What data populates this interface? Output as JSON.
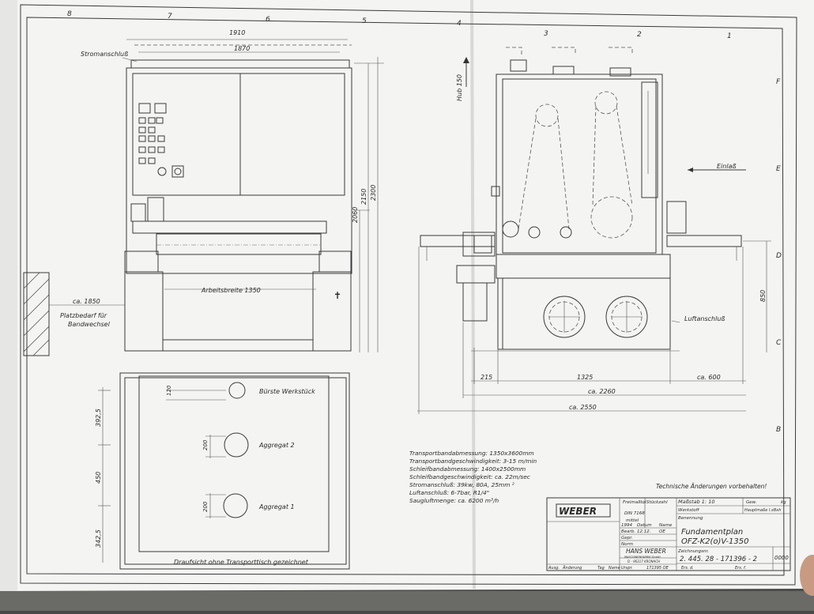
{
  "grid": {
    "top_columns": [
      "8",
      "7",
      "6",
      "5",
      "4",
      "3",
      "2",
      "1"
    ],
    "right_rows": [
      "F",
      "E",
      "D",
      "C",
      "B"
    ]
  },
  "front_view": {
    "dim_1910": "1910",
    "dim_1870": "1870",
    "power_connection": "Stromanschluß",
    "dim_2060": "2060",
    "dim_2150": "2150",
    "dim_2300": "2300",
    "working_width": "Arbeitsbreite 1350",
    "space_dim": "ca. 1850",
    "space_label_1": "Platzbedarf für",
    "space_label_2": "Bandwechsel"
  },
  "side_view": {
    "stroke": "Hub 150",
    "inlet": "Einlaß",
    "air_connection": "Luftanschluß",
    "dim_850": "850",
    "dim_215": "215",
    "dim_1325": "1325",
    "dim_600": "ca. 600",
    "dim_2260": "ca. 2260",
    "dim_2550": "ca. 2550"
  },
  "top_view": {
    "dim_120": "120",
    "dim_392_5": "392,5",
    "dim_450": "450",
    "dim_342_5": "342,5",
    "dim_200_a": "200",
    "dim_200_b": "200",
    "brush_label": "Bürste Werkstück",
    "unit_2_label": "Aggregat 2",
    "unit_1_label": "Aggregat 1",
    "caption": "Draufsicht ohne Transporttisch gezeichnet"
  },
  "specs": [
    "Transportbandabmessung: 1350x3600mm",
    "Transportbandgeschwindigkeit: 3-15 m/min",
    "Schleifbandabmessung: 1400x2500mm",
    "Schleifbandgeschwindigkeit: ca. 22m/sec",
    "Stromanschluß: 39kw, 80A, 25mm ²",
    "Luftanschluß: 6-7bar, R1/4\"",
    "Saugluftmenge: ca. 6200 m³/h"
  ],
  "technical_note": "Technische Änderungen vorbehalten!",
  "title_block": {
    "logo": "WEBER",
    "tolerance_label": "Freimaßtol.",
    "tolerance_std": "DIN 7168",
    "tolerance_class": "mittel",
    "quantity_label": "Stückzahl",
    "scale": "Maßstab 1: 10",
    "material": "Werkstoff",
    "weight_label": "Gew.",
    "weight_unit": "kg",
    "main_dims": "Hauptmaße l.xBxh",
    "name_label": "Benennung",
    "title_line_1": "Fundamentplan",
    "title_line_2": "OFZ-K2(o)V-1350",
    "date_year": "1994",
    "date_label": "Datum",
    "name_col": "Name",
    "drawn_label": "Bearb.",
    "drawn_date": "12.12.",
    "drawn_name": "OE",
    "checked_label": "Gepr.",
    "norm_label": "Norm",
    "company": "HANS WEBER",
    "company_sub": "MASCHINENFABRIK GmbH",
    "company_city": "D - 96317 KRONACH",
    "drawing_no_label": "Zeichnungsnr.",
    "drawing_no": "2. 445. 28 - 171396 - 2",
    "page": "0000",
    "origin_label": "Urspr.",
    "origin": "171395 OE",
    "replaced_by": "Ers. d.",
    "replaces": "Ers. f.",
    "rev_label": "Ausg.",
    "change_label": "Änderung",
    "day_label": "Tag",
    "name_label_rev": "Name"
  }
}
